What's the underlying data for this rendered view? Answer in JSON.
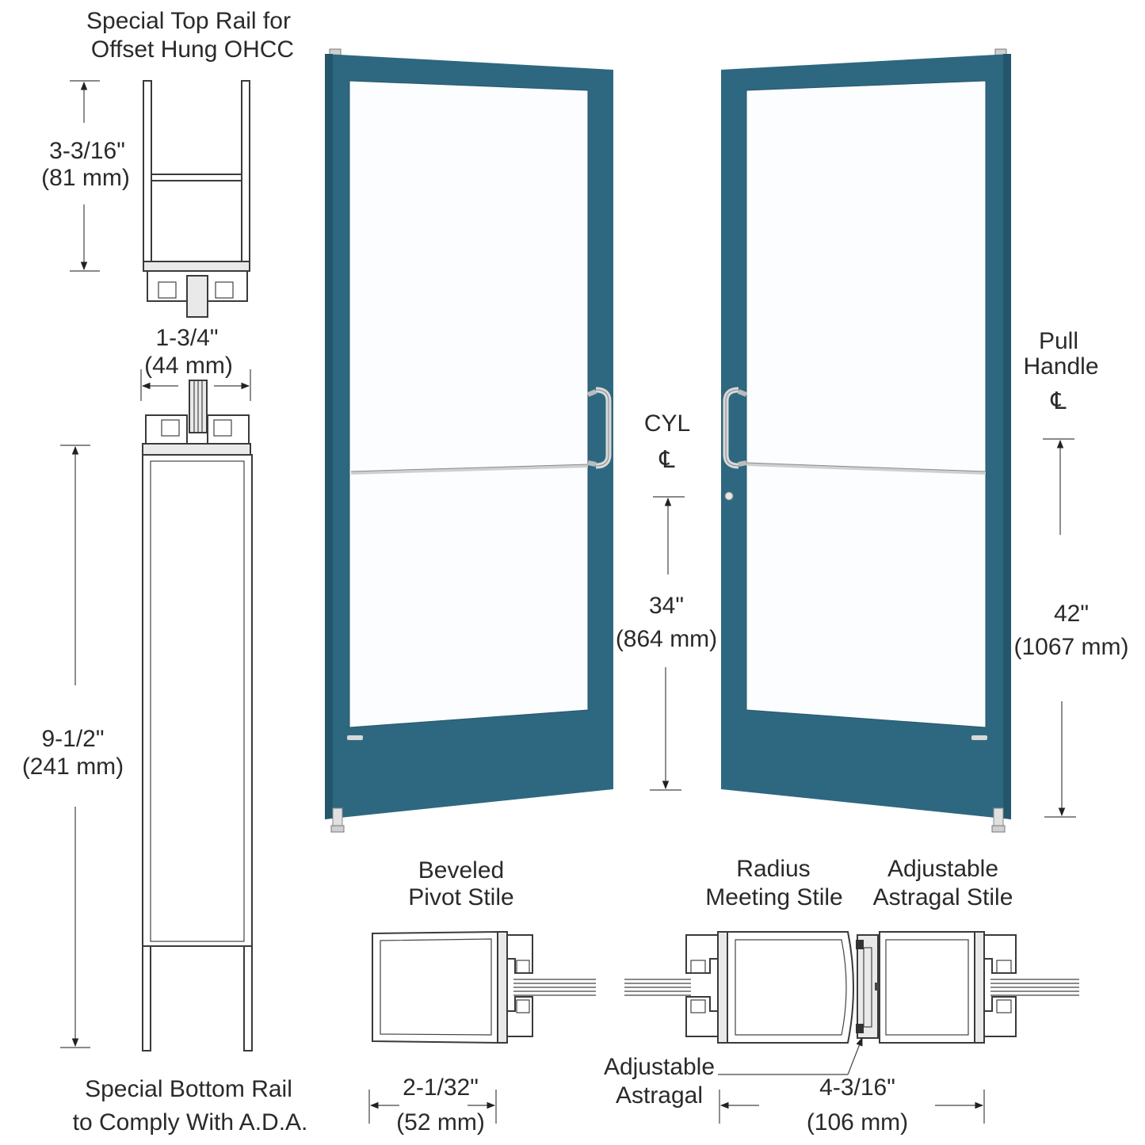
{
  "colors": {
    "door_frame": "#2e6880",
    "door_frame_dark": "#24566b",
    "glass": "#fcfdff",
    "hardware": "#d6d6d6",
    "line": "#333333"
  },
  "labels": {
    "top_rail_title_1": "Special Top Rail for",
    "top_rail_title_2": "Offset Hung OHCC",
    "top_rail_dim_in": "3-3/16\"",
    "top_rail_dim_mm": "(81 mm)",
    "depth_dim_in": "1-3/4\"",
    "depth_dim_mm": "(44 mm)",
    "bottom_rail_dim_in": "9-1/2\"",
    "bottom_rail_dim_mm": "(241 mm)",
    "bottom_rail_title_1": "Special Bottom Rail",
    "bottom_rail_title_2": "to Comply With A.D.A.",
    "cyl_label": "CYL",
    "centerline_symbol": "℄",
    "cyl_dim_in": "34\"",
    "cyl_dim_mm": "(864 mm)",
    "pull_label_1": "Pull",
    "pull_label_2": "Handle",
    "pull_dim_in": "42\"",
    "pull_dim_mm": "(1067 mm)",
    "pivot_stile_1": "Beveled",
    "pivot_stile_2": "Pivot Stile",
    "pivot_dim_in": "2-1/32\"",
    "pivot_dim_mm": "(52 mm)",
    "meeting_stile_1": "Radius",
    "meeting_stile_2": "Meeting Stile",
    "astragal_stile_1": "Adjustable",
    "astragal_stile_2": "Astragal Stile",
    "astragal_1": "Adjustable",
    "astragal_2": "Astragal",
    "meeting_dim_in": "4-3/16\"",
    "meeting_dim_mm": "(106 mm)"
  }
}
